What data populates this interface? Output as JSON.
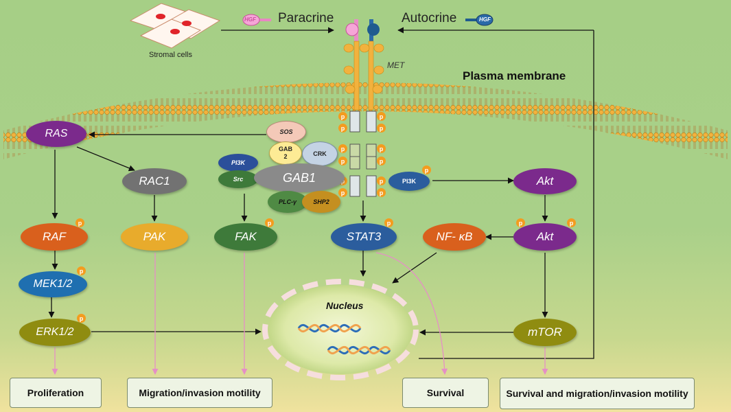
{
  "labels": {
    "paracrine": "Paracrine",
    "autocrine": "Autocrine",
    "stromal": "Stromal cells",
    "hgf": "HGF",
    "met": "MET",
    "plasma_membrane": "Plasma membrane",
    "nucleus": "Nucleus",
    "phospho": "p"
  },
  "molecules": {
    "ras": "RAS",
    "rac1": "RAC1",
    "raf": "RAF",
    "pak": "PAK",
    "fak": "FAK",
    "mek": "MEK1/2",
    "erk": "ERK1/2",
    "sos": "SOS",
    "gab2": "GAB 2",
    "crk": "CRK",
    "pi3k_left": "PI3K",
    "src": "Src",
    "gab1": "GAB1",
    "plcg": "PLC-γ",
    "shp2": "SHP2",
    "pi3k_right": "PI3K",
    "akt1": "Akt",
    "akt2": "Akt",
    "stat3": "STAT3",
    "nfkb": "NF- κB",
    "mtor": "mTOR"
  },
  "outcomes": {
    "proliferation": "Proliferation",
    "migration": "Migration/invasion motility",
    "survival": "Survival",
    "survival_migration": "Survival and migration/invasion motility"
  },
  "colors": {
    "background": "#a8cf88",
    "membrane": "#f2b23e",
    "ras": "#7b2a8c",
    "rac1": "#727272",
    "raf": "#d9601d",
    "pak": "#e8ab2c",
    "fak": "#3e7a3a",
    "mek": "#1f6fb0",
    "erk": "#8f8c10",
    "stat3": "#2b5d9d",
    "nfkb": "#d9601d",
    "akt": "#7b2a8c",
    "mtor": "#8f8c10",
    "phospho": "#f39c1f",
    "pink_arrow": "#e58fc6"
  }
}
